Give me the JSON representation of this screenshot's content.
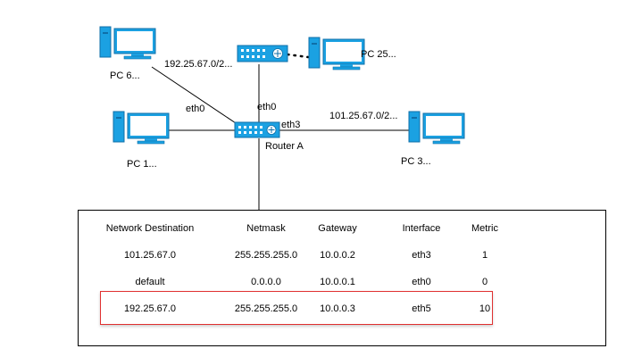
{
  "colors": {
    "device_blue": "#1ba1e2",
    "device_outline": "#0f6fa8",
    "highlight": "#e03030"
  },
  "nodes": {
    "pc6": {
      "label": "PC 6...",
      "icon": "desktop-computer-icon"
    },
    "pc25": {
      "label": "PC 25...",
      "icon": "desktop-computer-icon"
    },
    "pc1": {
      "label": "PC 1...",
      "icon": "desktop-computer-icon"
    },
    "pc3": {
      "label": "PC 3...",
      "icon": "desktop-computer-icon"
    },
    "router_a": {
      "label": "Router A",
      "icon": "router-icon"
    },
    "router_top": {
      "label": "",
      "icon": "router-icon"
    }
  },
  "links": {
    "to_pc6_interface": "eth0",
    "to_router_top_interface": "eth0",
    "to_pc3_interface": "eth3",
    "pc6_network": "192.25.67.0/2...",
    "pc3_network": "101.25.67.0/2..."
  },
  "routing_table": {
    "headers": [
      "Network Destination",
      "Netmask",
      "Gateway",
      "Interface",
      "Metric"
    ],
    "rows": [
      [
        "101.25.67.0",
        "255.255.255.0",
        "10.0.0.2",
        "eth3",
        "1"
      ],
      [
        "default",
        "0.0.0.0",
        "10.0.0.1",
        "eth0",
        "0"
      ],
      [
        "192.25.67.0",
        "255.255.255.0",
        "10.0.0.3",
        "eth5",
        "10"
      ]
    ],
    "highlighted_row": 2
  }
}
